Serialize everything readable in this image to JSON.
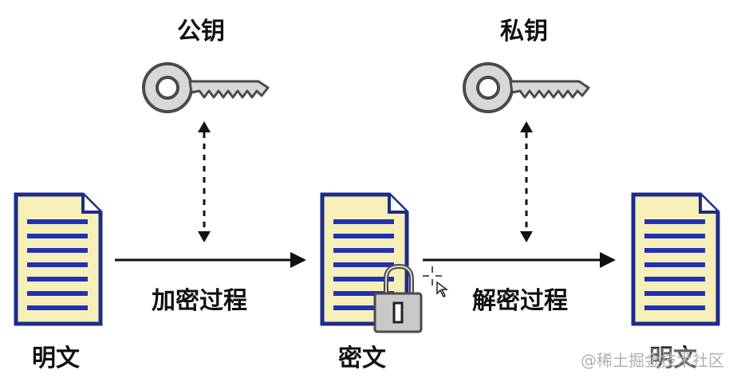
{
  "labels": {
    "public_key": "公钥",
    "private_key": "私钥",
    "encrypt_process": "加密过程",
    "decrypt_process": "解密过程",
    "plaintext_left": "明文",
    "ciphertext": "密文",
    "plaintext_right": "明文"
  },
  "watermark": "@稀土掘金技术社区",
  "colors": {
    "doc_fill": "#f6f0b8",
    "doc_border": "#1c2c8a",
    "doc_lines": "#2030b8",
    "key_fill": "#d8d8d8",
    "key_stroke": "#4a4a4a",
    "lock_fill": "#c8c8c8"
  },
  "icons": [
    "key-icon",
    "document-icon",
    "padlock-icon",
    "cursor-icon"
  ]
}
